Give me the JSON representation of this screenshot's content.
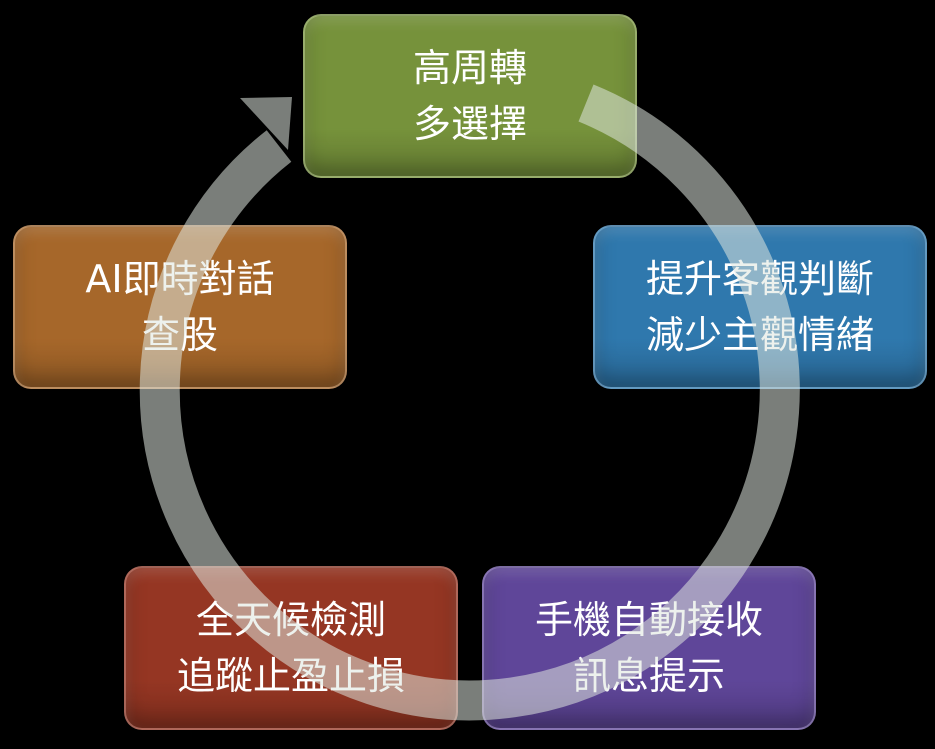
{
  "colors": {
    "green": "#76923b",
    "blue": "#2f78ad",
    "purple": "#5f4699",
    "red": "#953623",
    "orange": "#a6672a",
    "ring": "#dfe6df"
  },
  "steps": [
    {
      "line1": "高周轉",
      "line2": "多選擇"
    },
    {
      "line1": "提升客觀判斷",
      "line2": "減少主觀情緒"
    },
    {
      "line1": "手機自動接收",
      "line2": "訊息提示"
    },
    {
      "line1": "全天候檢測",
      "line2": "追蹤止盈止損"
    },
    {
      "line1": "AI即時對話",
      "line2": "查股"
    }
  ]
}
